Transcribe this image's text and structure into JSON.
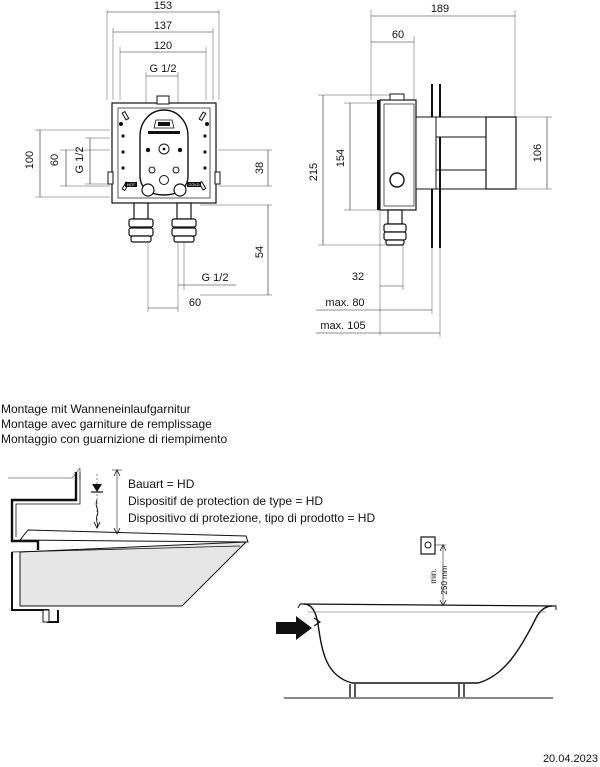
{
  "top_view": {
    "dims": {
      "w153": "153",
      "w137": "137",
      "w120": "120",
      "g12_top": "G 1/2",
      "h100": "100",
      "h60": "60",
      "g12_side": "G 1/2",
      "h38": "38",
      "h54": "54",
      "g12_bottom": "G 1/2",
      "w60": "60"
    },
    "panel_marks": {
      "hot": "HOT",
      "cold": "COLD"
    }
  },
  "side_view": {
    "dims": {
      "w189": "189",
      "w60": "60",
      "h215": "215",
      "h154": "154",
      "h106": "106",
      "w32": "32",
      "max80": "max. 80",
      "max105": "max. 105"
    }
  },
  "mounting": {
    "lines": [
      "Montage mit Wanneneinlaufgarnitur",
      "Montage avec garniture de remplissage",
      "Montaggio con guarnizione di riempimento"
    ]
  },
  "protection": {
    "lines": [
      "Bauart = HD",
      "Dispositif de protection de type = HD",
      "Dispositivo di protezione, tipo di prodotto = HD"
    ]
  },
  "tub": {
    "min_label": "min.",
    "min_value": "250 mm"
  },
  "footer": {
    "date": "20.04.2023"
  }
}
